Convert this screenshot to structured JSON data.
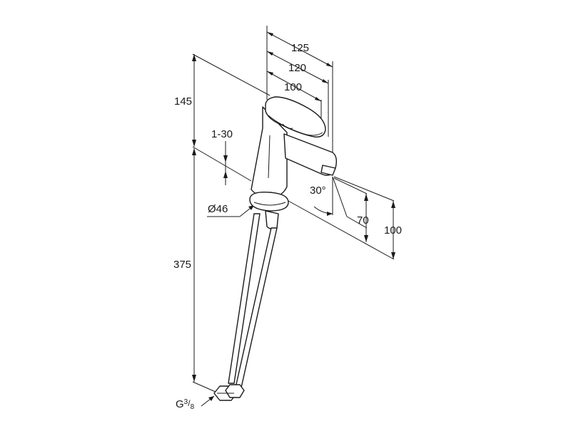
{
  "dimensions": {
    "overall_depth": "125",
    "mid_depth": "120",
    "handle_depth": "100",
    "top_height": "145",
    "adjust_range": "1-30",
    "base_diameter": "Ø46",
    "total_pipe_length": "375",
    "spout_angle": "30°",
    "spout_height_70": "70",
    "spout_height_100": "100",
    "connection_prefix": "G",
    "connection_fraction_num": "3",
    "connection_fraction_den": "8"
  }
}
